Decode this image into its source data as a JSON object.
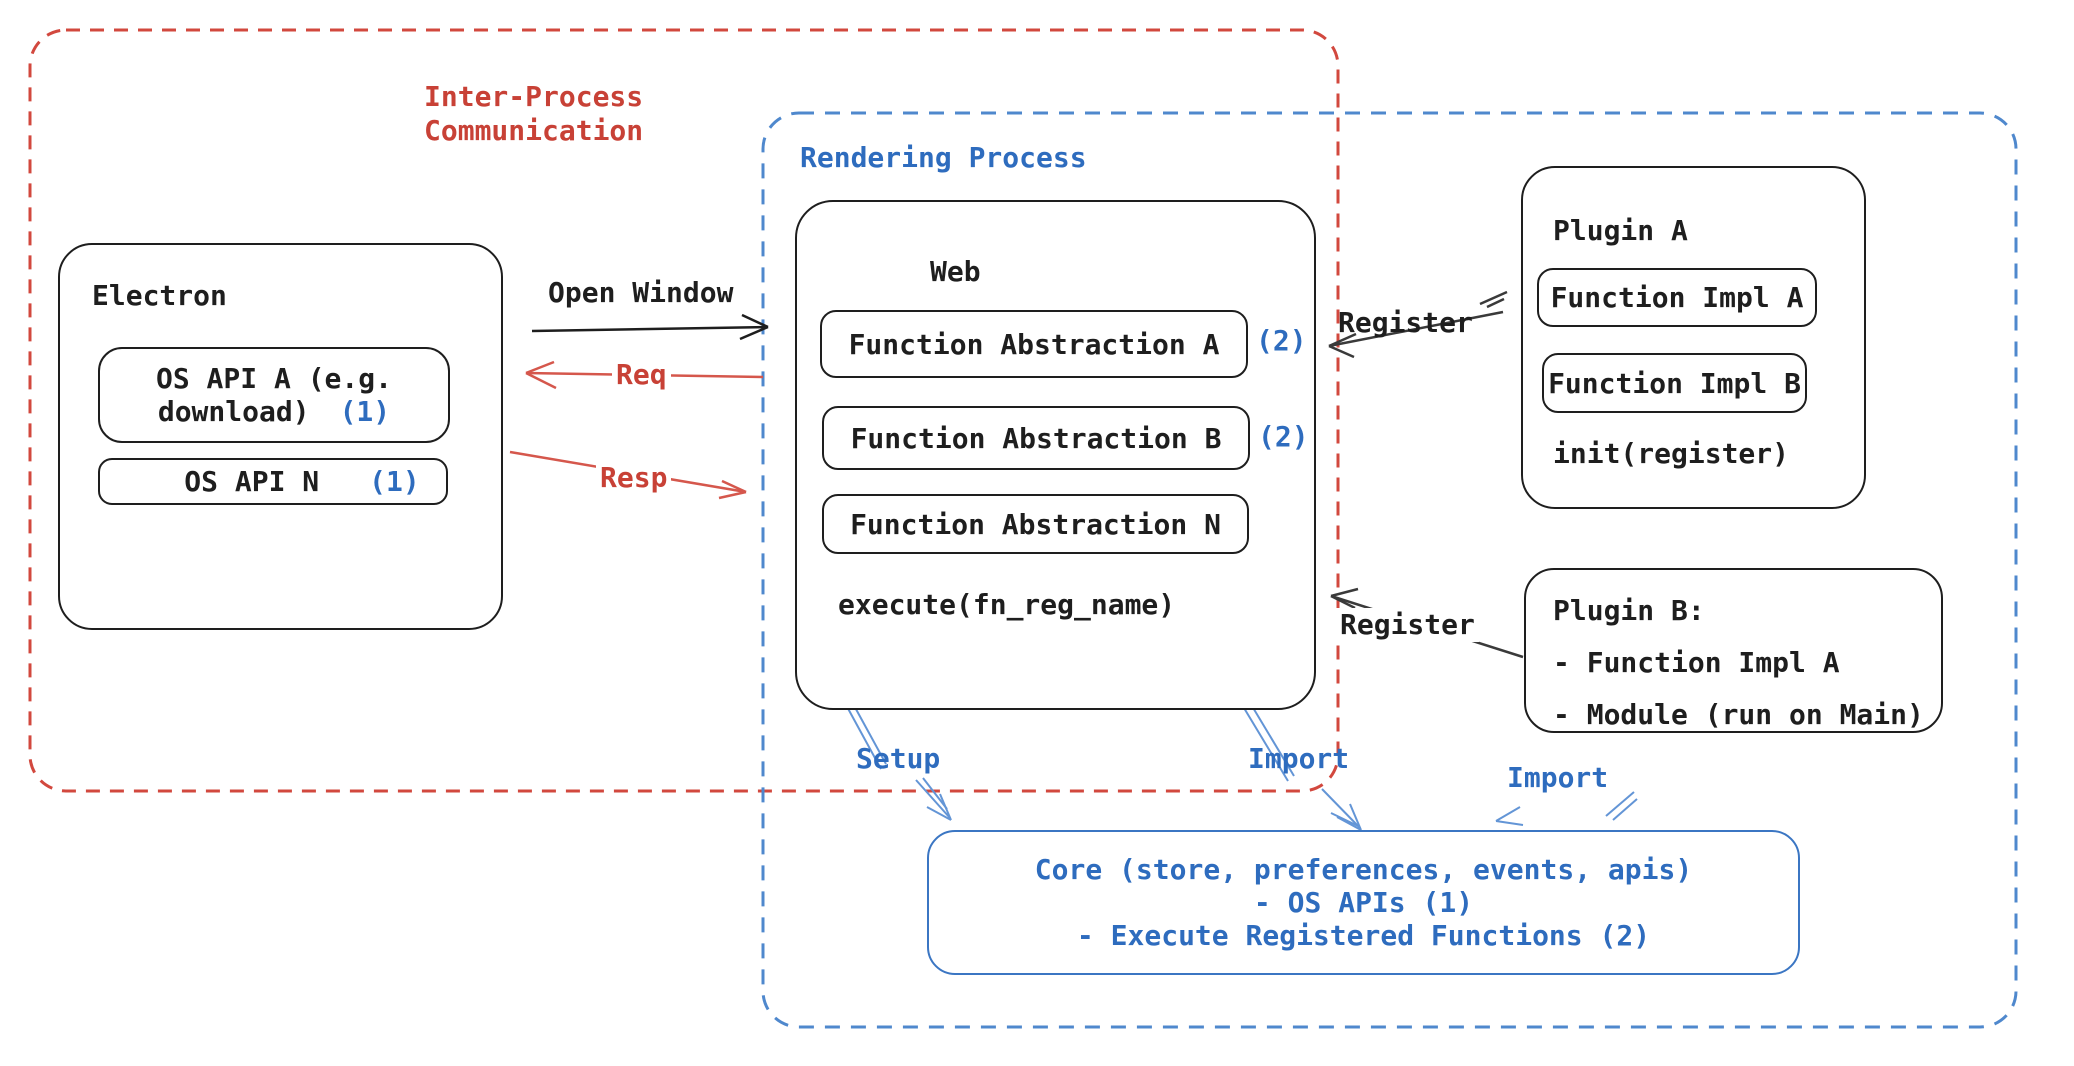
{
  "boundaries": {
    "ipc": {
      "label_line1": "Inter-Process",
      "label_line2": "Communication"
    },
    "rendering": {
      "label": "Rendering Process"
    }
  },
  "electron": {
    "title": "Electron",
    "os_api_a_line1": "OS API A (e.g.",
    "os_api_a_line2": "download)",
    "os_api_a_ref": "(1)",
    "os_api_n": "OS API N",
    "os_api_n_ref": "(1)"
  },
  "web": {
    "title": "Web",
    "fn_abstraction_a": "Function Abstraction A",
    "fn_abstraction_a_ref": "(2)",
    "fn_abstraction_b": "Function Abstraction B",
    "fn_abstraction_b_ref": "(2)",
    "fn_abstraction_n": "Function Abstraction N",
    "execute": "execute(fn_reg_name)"
  },
  "plugin_a": {
    "title": "Plugin A",
    "impl_a": "Function Impl A",
    "impl_b": "Function Impl B",
    "init": "init(register)"
  },
  "plugin_b": {
    "title": "Plugin B:",
    "item1": "- Function Impl A",
    "item2": "- Module (run on Main)"
  },
  "core": {
    "line1": "Core (store, preferences, events, apis)",
    "line2": "- OS APIs (1)",
    "line3": "- Execute Registered Functions (2)"
  },
  "arrows": {
    "open_window": "Open Window",
    "req": "Req",
    "resp": "Resp",
    "register_plugin_a": "Register",
    "register_plugin_b": "Register",
    "setup": "Setup",
    "import_web": "Import",
    "import_plugin": "Import"
  },
  "colors": {
    "red": "#c84136",
    "red_arrow": "#d5574c",
    "blue_text": "#2e6cbe",
    "blue_dash_border": "#4f88cd",
    "blue_arrow": "#6395d6",
    "black": "#1e1e1e"
  }
}
